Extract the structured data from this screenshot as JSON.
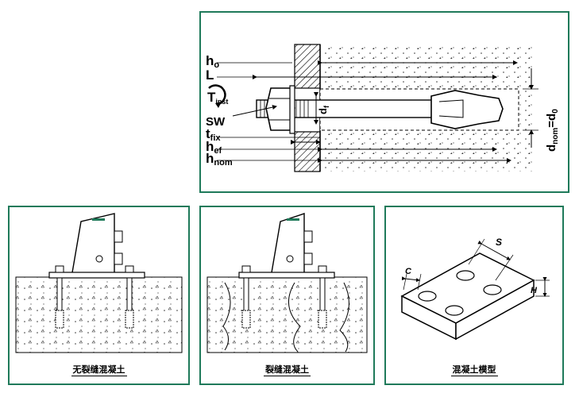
{
  "anchor_diagram": {
    "labels": {
      "h0": "h",
      "h0_sub": "o",
      "L": "L",
      "tinst": "T",
      "tinst_sub": "inst",
      "sw": "SW",
      "tfix": "t",
      "tfix_sub": "fix",
      "hef": "h",
      "hef_sub": "ef",
      "hnom": "h",
      "hnom_sub": "nom",
      "df": "d",
      "df_sub": "f",
      "dnom": "d",
      "dnom_sub": "nom",
      "dnom_eq": "=d",
      "d0_sub": "0"
    }
  },
  "panels": {
    "uncracked": {
      "caption": "无裂缝混凝土"
    },
    "cracked": {
      "caption": "裂缝混凝土"
    },
    "model": {
      "caption": "混凝土模型",
      "label_c": "C",
      "label_s": "S",
      "label_h": "H"
    }
  },
  "colors": {
    "frame": "#1f7a5a"
  }
}
